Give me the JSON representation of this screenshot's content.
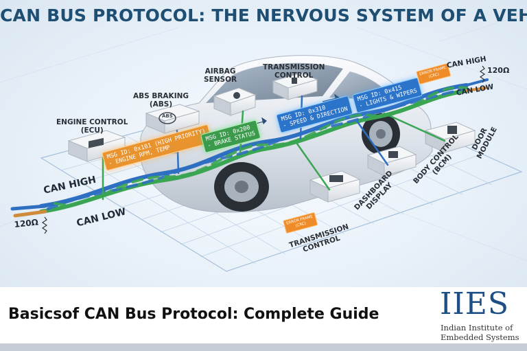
{
  "title": "CAN BUS PROTOCOL: THE NERVOUS SYSTEM OF A VEHICLE",
  "subtitle": "Basicsof CAN Bus Protocol: Complete Guide",
  "logo": {
    "mark": "IIES",
    "line1": "Indian Institute of",
    "line2": "Embedded Systems"
  },
  "modules": {
    "engine": [
      "ENGINE CONTROL",
      "(ECU)"
    ],
    "abs": [
      "ABS BRAKING",
      "(ABS)"
    ],
    "airbag": [
      "AIRBAG",
      "SENSOR"
    ],
    "transmission_top": [
      "TRANSMISSION",
      "CONTROL"
    ],
    "door": [
      "DOOR",
      "MODULE"
    ],
    "body": [
      "BODY CONTROL",
      "(BCM)"
    ],
    "dashboard": [
      "DASHBOARD",
      "DISPLAY"
    ],
    "transmission_bottom": [
      "TRANSMISSION",
      "CONTROL"
    ]
  },
  "messages": {
    "m101": [
      "MSG ID: 0x101 (HIGH PRIORITY)",
      "- ENGINE RPM, TEMP"
    ],
    "m200": [
      "MSG ID: 0x200",
      "- BRAKE STATUS"
    ],
    "m310": [
      "MSG ID: 0x310",
      "- SPEED & DIRECTION"
    ],
    "m415": [
      "MSG ID: 0x415",
      "- LIGHTS & WIPERS"
    ]
  },
  "error_frame": [
    "ERROR FRAME",
    "(CRC)"
  ],
  "wires": {
    "can_high": "CAN HIGH",
    "can_low": "CAN LOW",
    "resistor": "120Ω"
  },
  "abs_badge": "ABS",
  "colors": {
    "title": "#1f4e73",
    "wire_blue": "#2f6fc2",
    "wire_green": "#3aa552",
    "msg_blue": "#2c74c9",
    "msg_green": "#3c9a4d",
    "msg_orange": "#e9932f",
    "logo": "#1d4f85"
  }
}
